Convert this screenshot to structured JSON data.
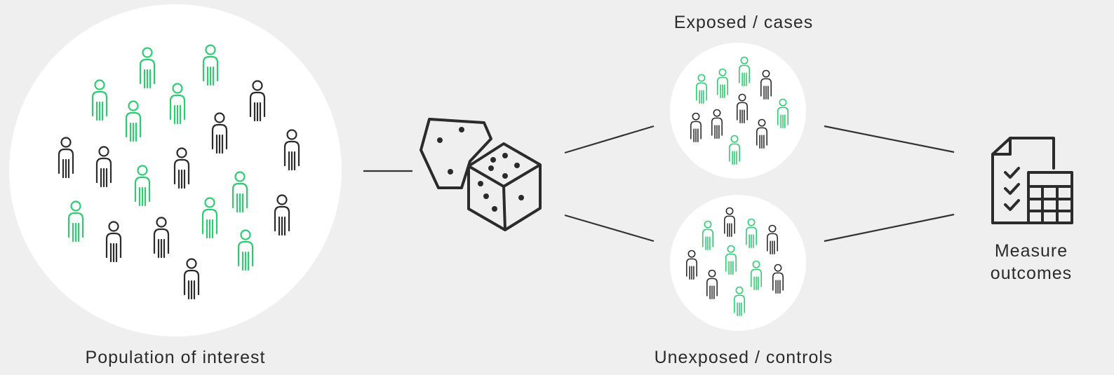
{
  "labels": {
    "population": "Population of interest",
    "exposed": "Exposed / cases",
    "unexposed": "Unexposed / controls",
    "measure_line1": "Measure",
    "measure_line2": "outcomes"
  },
  "colors": {
    "background": "#efefef",
    "circle_fill": "#ffffff",
    "person_dark": "#2b2b2b",
    "person_green": "#2ecc71",
    "line": "#333333"
  },
  "icons": [
    "person-icon",
    "dice-icon",
    "report-calculator-icon"
  ]
}
